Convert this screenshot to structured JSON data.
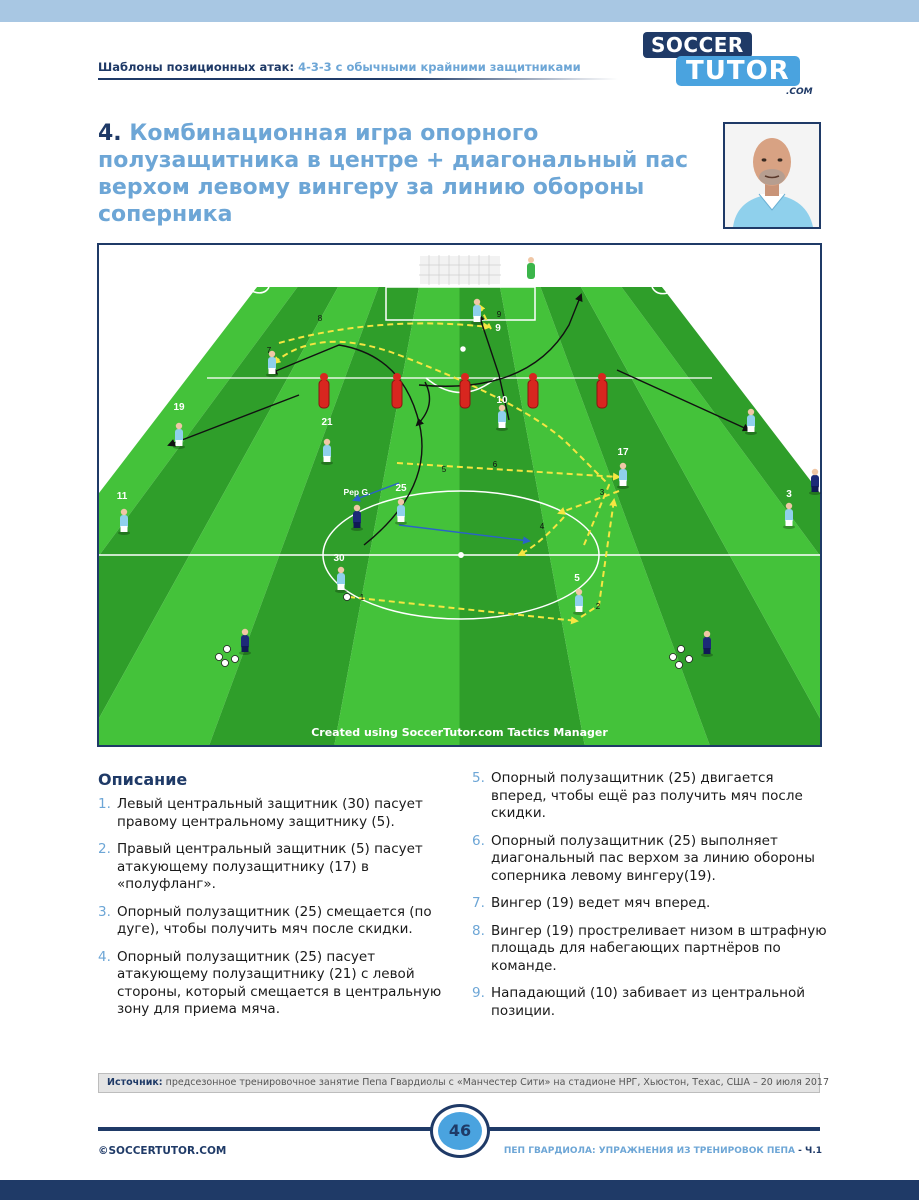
{
  "header": {
    "section": "Шаблоны позиционных атак:",
    "subsection": "4-3-3 с обычными крайними защитниками"
  },
  "logo": {
    "top": "SOCCER",
    "bottom": "TUTOR",
    "com": ".COM"
  },
  "title": {
    "number": "4.",
    "text": "Комбинационная игра опорного полузащитника в центре + диагональный пас верхом левому вингеру за линию обороны соперника"
  },
  "diagram": {
    "caption": "Created using SoccerTutor.com Tactics Manager",
    "player_numbers": [
      "19",
      "21",
      "10",
      "7",
      "17",
      "11",
      "3",
      "25",
      "30",
      "5",
      "9"
    ],
    "coach_label": "Pep G.",
    "arrow_labels": [
      "1",
      "2",
      "3",
      "4",
      "5",
      "6",
      "7",
      "8",
      "9"
    ]
  },
  "description": {
    "heading": "Описание",
    "steps": [
      {
        "n": "1.",
        "text": "Левый центральный защитник (30) пасует правому центральному защитнику (5)."
      },
      {
        "n": "2.",
        "text": "Правый центральный защитник (5) пасует атакующему полузащитнику (17) в «полуфланг»."
      },
      {
        "n": "3.",
        "text": "Опорный полузащитник (25) смещается (по дуге), чтобы получить мяч после скидки."
      },
      {
        "n": "4.",
        "text": "Опорный полузащитник (25) пасует атакующему полузащитнику (21) с левой стороны, который смещается в центральную зону для приема мяча."
      },
      {
        "n": "5.",
        "text": "Опорный полузащитник (25) двигается вперед, чтобы ещё раз получить мяч после скидки."
      },
      {
        "n": "6.",
        "text": "Опорный полузащитник (25) выполняет диагональный пас верхом за линию обороны соперника левому вингеру(19)."
      },
      {
        "n": "7.",
        "text": "Вингер (19) ведет мяч вперед."
      },
      {
        "n": "8.",
        "text": "Вингер (19) простреливает низом в штрафную площадь для набегающих партнёров по команде."
      },
      {
        "n": "9.",
        "text": "Нападающий (10) забивает из центральной позиции."
      }
    ]
  },
  "source": {
    "label": "Источник:",
    "text": "предсезонное тренировочное занятие Пепа Гвардиолы с «Манчестер Сити» на стадионе НРГ, Хьюстон, Техас, США – 20 июля 2017"
  },
  "footer": {
    "page": "46",
    "left": "©SOCCERTUTOR.COM",
    "right": "ПЕП ГВАРДИОЛА: УПРАЖНЕНИЯ ИЗ ТРЕНИРОВОК ПЕПА",
    "part": "- Ч.1"
  },
  "colors": {
    "navy": "#1f3a67",
    "light_blue": "#6da6d6",
    "grass_light": "#44c23a",
    "grass_dark": "#2f9e2a",
    "pass_arrow": "#f5e642",
    "mannequin": "#d8261f",
    "team_shirt": "#8fd0ec",
    "opponent_shirt": "#1c2a78"
  }
}
